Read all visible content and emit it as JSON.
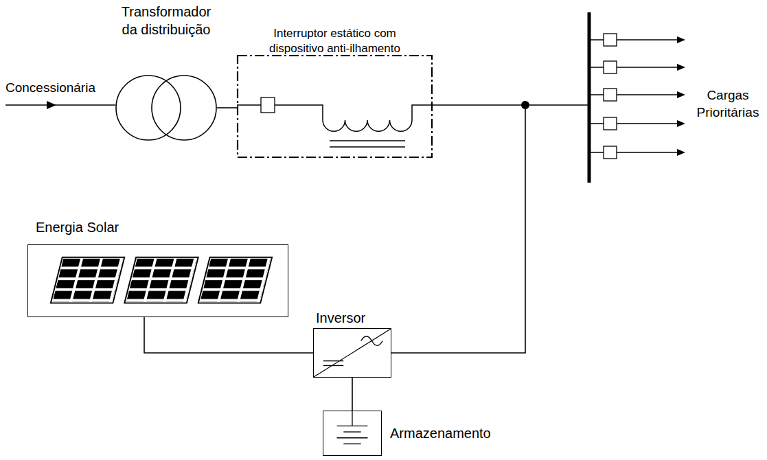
{
  "diagram": {
    "nodes": [
      {
        "text": [
          "Transformador da distribuição"
        ]
      },
      {
        "text": [
          "Interruptor estático com dispositivo anti-ilhamento"
        ]
      },
      {
        "text": [
          "Energia Solar"
        ]
      },
      {
        "text": [
          "Inversor"
        ]
      },
      {
        "text": [
          "Armazenamento"
        ]
      }
    ],
    "edges": [
      {
        "from": 0,
        "to": 1,
        "arrow": "none"
      },
      {
        "from": 1,
        "to": 3,
        "arrow": "none"
      },
      {
        "from": 2,
        "to": 3,
        "arrow": "none"
      },
      {
        "from": 3,
        "to": 4,
        "arrow": "none"
      }
    ],
    "labels": [
      "Concessionária",
      "Cargas Prioritárias"
    ]
  }
}
